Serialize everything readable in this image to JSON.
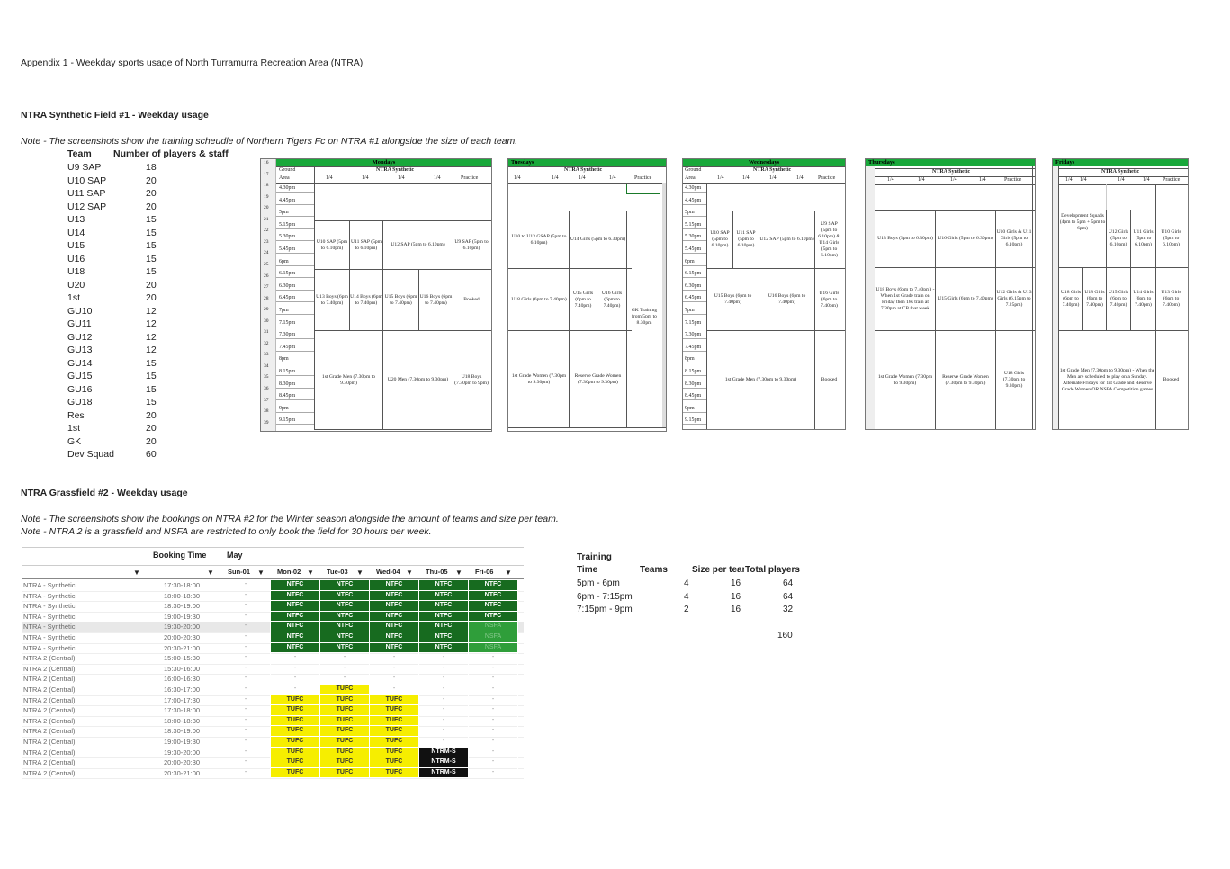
{
  "header": {
    "appendix_title": "Appendix 1 - Weekday sports usage of North Turramurra Recreation Area (NTRA)"
  },
  "section1": {
    "title": "NTRA Synthetic Field #1 - Weekday usage",
    "note": "Note - The screenshots show the training scheudle of Northern Tigers Fc on NTRA #1 alongside the size of each team.",
    "team_header": "Team",
    "count_header": "Number of players & staff",
    "teams": [
      {
        "name": "U9 SAP",
        "count": "18"
      },
      {
        "name": "U10 SAP",
        "count": "20"
      },
      {
        "name": "U11 SAP",
        "count": "20"
      },
      {
        "name": "U12 SAP",
        "count": "20"
      },
      {
        "name": "U13",
        "count": "15"
      },
      {
        "name": "U14",
        "count": "15"
      },
      {
        "name": "U15",
        "count": "15"
      },
      {
        "name": "U16",
        "count": "15"
      },
      {
        "name": "U18",
        "count": "15"
      },
      {
        "name": "U20",
        "count": "20"
      },
      {
        "name": "1st",
        "count": "20"
      },
      {
        "name": "GU10",
        "count": "12"
      },
      {
        "name": "GU11",
        "count": "12"
      },
      {
        "name": "GU12",
        "count": "12"
      },
      {
        "name": "GU13",
        "count": "12"
      },
      {
        "name": "GU14",
        "count": "15"
      },
      {
        "name": "GU15",
        "count": "15"
      },
      {
        "name": "GU16",
        "count": "15"
      },
      {
        "name": "GU18",
        "count": "15"
      },
      {
        "name": "Res",
        "count": "20"
      },
      {
        "name": "1st",
        "count": "20"
      },
      {
        "name": "GK",
        "count": "20"
      },
      {
        "name": "Dev Squad",
        "count": "60"
      }
    ]
  },
  "schedules": {
    "ground_label": "Ground",
    "area_label": "Area",
    "field_label": "NTRA Synthetic",
    "quarter": "1/4",
    "practice": "Practice",
    "times": [
      "4.30pm",
      "4.45pm",
      "5pm",
      "5.15pm",
      "5.30pm",
      "5.45pm",
      "6pm",
      "6.15pm",
      "6.30pm",
      "6.45pm",
      "7pm",
      "7.15pm",
      "7.30pm",
      "7.45pm",
      "8pm",
      "8.15pm",
      "8.30pm",
      "8.45pm",
      "9pm",
      "9.15pm"
    ],
    "row_numbers": [
      "16",
      "17",
      "18",
      "19",
      "20",
      "21",
      "22",
      "23",
      "24",
      "25",
      "26",
      "27",
      "28",
      "29",
      "30",
      "31",
      "32",
      "33",
      "34",
      "35",
      "36",
      "37",
      "38",
      "39"
    ],
    "monday": {
      "day": "Mondays",
      "cells": [
        "U10 SAP (5pm to 6.10pm)",
        "U11 SAP (5pm to 6.10pm)",
        "U12 SAP (5pm to 6.10pm)",
        "U9 SAP (5pm to 6.10pm)",
        "U13 Boys (6pm to 7.40pm)",
        "U14 Boys (6pm to 7.40pm)",
        "U15 Boys (6pm to 7.40pm)",
        "U16 Boys (6pm to 7.40pm)",
        "Booked",
        "1st Grade Men (7.30pm to 9.30pm)",
        "U20 Men (7.30pm to 9.30pm)",
        "U18 Boys (7.30pm to 9pm)"
      ]
    },
    "tuesday": {
      "day": "Tuesdays",
      "cells": [
        "U10 to U13 GSAP (5pm to 6.10pm)",
        "U14 Girls (5pm to 6.30pm)",
        "U18 Girls (6pm to 7.40pm)",
        "U15 Girls (6pm to 7.40pm)",
        "U16 Girls (6pm to 7.40pm)",
        "GK Training from 5pm to 8.30pm",
        "1st Grade Women (7.30pm to 9.30pm)",
        "Reserve Grade Women (7.30pm to 9.30pm)"
      ]
    },
    "wednesday": {
      "day": "Wednesdays",
      "cells": [
        "U10 SAP (5pm to 6.10pm)",
        "U11 SAP (5pm to 6.10pm)",
        "U12 SAP (5pm to 6.10pm)",
        "U9 SAP (5pm to 6.10pm) & U14 Girls (5pm to 6.10pm)",
        "U15 Boys (6pm to 7.40pm)",
        "U16 Boys (6pm to 7.40pm)",
        "U16 Girls (6pm to 7.40pm)",
        "1st Grade Men (7.30pm to 9.30pm)",
        "Booked"
      ]
    },
    "thursday": {
      "day": "Thursdays",
      "cells": [
        "U13 Boys (5pm to 6.30pm)",
        "U16 Girls (5pm to 6.30pm)",
        "U10 Girls & U11 Girls (5pm to 6.10pm)",
        "U18 Boys (6pm to 7.40pm) - When 1st Grade train on Friday then 18s train at 7.30pm at CB that week",
        "U15 Girls (6pm to 7.40pm)",
        "U12 Girls & U13 Girls (6.15pm to 7.25pm)",
        "1st Grade Women (7.30pm to 9.30pm)",
        "Reserve Grade Women (7.30pm to 9.30pm)",
        "U18 Girls (7.30pm to 9.30pm)"
      ]
    },
    "friday": {
      "day": "Fridays",
      "cells": [
        "Development Squads (4pm to 5pm + 5pm to 6pm)",
        "U12 Girls (5pm to 6.10pm)",
        "U11 Girls (5pm to 6.10pm)",
        "U10 Girls (5pm to 6.10pm)",
        "U18 Girls (6pm to 7.40pm)",
        "U15 Girls (6pm to 7.40pm)",
        "U14 Girls (6pm to 7.40pm)",
        "U13 Girls (6pm to 7.40pm)",
        "1st Grade Men (7.30pm to 9.30pm) - When the Men are scheduled to play on a Sunday. Alternate Fridays for 1st Grade and Reserve Grade Women OR NSFA Competition games",
        "Booked"
      ]
    }
  },
  "section2": {
    "title": "NTRA Grassfield #2 - Weekday usage",
    "note1": "Note - The screenshots show the bookings on NTRA #2 for the Winter season alongside the amount of teams and size per team.",
    "note2": "Note - NTRA 2 is a grassfield and NSFA are restricted to only book the field for 30 hours per week."
  },
  "booking": {
    "booking_time_header": "Booking Time",
    "month_header": "May",
    "days": [
      "Sun-01",
      "Mon-02",
      "Tue-03",
      "Wed-04",
      "Thu-05",
      "Fri-06"
    ],
    "rows": [
      {
        "venue": "NTRA - Synthetic",
        "time": "17:30-18:00",
        "cells": [
          "-",
          "NTFC",
          "NTFC",
          "NTFC",
          "NTFC",
          "NTFC"
        ]
      },
      {
        "venue": "NTRA - Synthetic",
        "time": "18:00-18:30",
        "cells": [
          "-",
          "NTFC",
          "NTFC",
          "NTFC",
          "NTFC",
          "NTFC"
        ]
      },
      {
        "venue": "NTRA - Synthetic",
        "time": "18:30-19:00",
        "cells": [
          "-",
          "NTFC",
          "NTFC",
          "NTFC",
          "NTFC",
          "NTFC"
        ]
      },
      {
        "venue": "NTRA - Synthetic",
        "time": "19:00-19:30",
        "cells": [
          "-",
          "NTFC",
          "NTFC",
          "NTFC",
          "NTFC",
          "NTFC"
        ]
      },
      {
        "venue": "NTRA - Synthetic",
        "time": "19:30-20:00",
        "cells": [
          "-",
          "NTFC",
          "NTFC",
          "NTFC",
          "NTFC",
          "NSFA"
        ]
      },
      {
        "venue": "NTRA - Synthetic",
        "time": "20:00-20:30",
        "cells": [
          "-",
          "NTFC",
          "NTFC",
          "NTFC",
          "NTFC",
          "NSFA"
        ]
      },
      {
        "venue": "NTRA - Synthetic",
        "time": "20:30-21:00",
        "cells": [
          "-",
          "NTFC",
          "NTFC",
          "NTFC",
          "NTFC",
          "NSFA"
        ]
      },
      {
        "venue": "NTRA 2 (Central)",
        "time": "15:00-15:30",
        "cells": [
          "-",
          "-",
          "-",
          "-",
          "-",
          "-"
        ]
      },
      {
        "venue": "NTRA 2 (Central)",
        "time": "15:30-16:00",
        "cells": [
          "-",
          "-",
          "-",
          "-",
          "-",
          "-"
        ]
      },
      {
        "venue": "NTRA 2 (Central)",
        "time": "16:00-16:30",
        "cells": [
          "-",
          "-",
          "-",
          "-",
          "-",
          "-"
        ]
      },
      {
        "venue": "NTRA 2 (Central)",
        "time": "16:30-17:00",
        "cells": [
          "-",
          "-",
          "TUFC",
          "-",
          "-",
          "-"
        ]
      },
      {
        "venue": "NTRA 2 (Central)",
        "time": "17:00-17:30",
        "cells": [
          "-",
          "TUFC",
          "TUFC",
          "TUFC",
          "-",
          "-"
        ]
      },
      {
        "venue": "NTRA 2 (Central)",
        "time": "17:30-18:00",
        "cells": [
          "-",
          "TUFC",
          "TUFC",
          "TUFC",
          "-",
          "-"
        ]
      },
      {
        "venue": "NTRA 2 (Central)",
        "time": "18:00-18:30",
        "cells": [
          "-",
          "TUFC",
          "TUFC",
          "TUFC",
          "-",
          "-"
        ]
      },
      {
        "venue": "NTRA 2 (Central)",
        "time": "18:30-19:00",
        "cells": [
          "-",
          "TUFC",
          "TUFC",
          "TUFC",
          "-",
          "-"
        ]
      },
      {
        "venue": "NTRA 2 (Central)",
        "time": "19:00-19:30",
        "cells": [
          "-",
          "TUFC",
          "TUFC",
          "TUFC",
          "-",
          "-"
        ]
      },
      {
        "venue": "NTRA 2 (Central)",
        "time": "19:30-20:00",
        "cells": [
          "-",
          "TUFC",
          "TUFC",
          "TUFC",
          "NTRM-S",
          "-"
        ]
      },
      {
        "venue": "NTRA 2 (Central)",
        "time": "20:00-20:30",
        "cells": [
          "-",
          "TUFC",
          "TUFC",
          "TUFC",
          "NTRM-S",
          "-"
        ]
      },
      {
        "venue": "NTRA 2 (Central)",
        "time": "20:30-21:00",
        "cells": [
          "-",
          "TUFC",
          "TUFC",
          "TUFC",
          "NTRM-S",
          "-"
        ]
      }
    ]
  },
  "training": {
    "title": "Training",
    "headers": [
      "Time",
      "Teams",
      "Size per tear",
      "Total players"
    ],
    "rows": [
      {
        "time": "5pm - 6pm",
        "teams": "4",
        "size": "16",
        "total": "64"
      },
      {
        "time": "6pm - 7:15pm",
        "teams": "4",
        "size": "16",
        "total": "64"
      },
      {
        "time": "7:15pm - 9pm",
        "teams": "2",
        "size": "16",
        "total": "32"
      }
    ],
    "grand_total": "160"
  },
  "colors": {
    "header_green": "#19a83a",
    "ntfc_green": "#176b1f",
    "nsfa_green": "#2f9e3a",
    "tufc_yellow": "#f6ee00",
    "ntrm_black": "#111111"
  }
}
